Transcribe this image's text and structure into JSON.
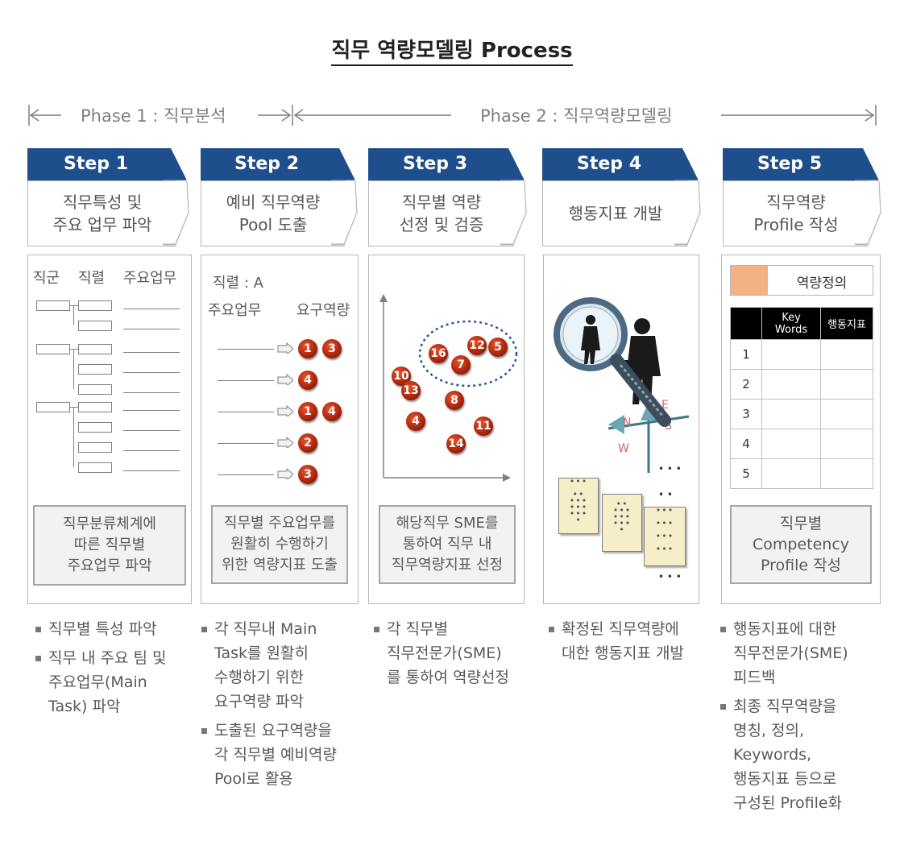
{
  "title": "직무 역량모델링 Process",
  "phases": [
    {
      "label": "Phase 1 : 직무분석"
    },
    {
      "label": "Phase 2 : 직무역량모델링"
    }
  ],
  "steps": [
    {
      "tab": "Step 1",
      "body": "직무특성 및\n주요 업무 파악"
    },
    {
      "tab": "Step 2",
      "body": "예비 직무역량\nPool 도출"
    },
    {
      "tab": "Step 3",
      "body": "직무별 역량\n선정 및 검증"
    },
    {
      "tab": "Step 4",
      "body": "행동지표 개발"
    },
    {
      "tab": "Step 5",
      "body": "직무역량\nProfile 작성"
    }
  ],
  "panel1": {
    "headers": [
      "직군",
      "직렬",
      "주요업무"
    ],
    "summary": "직무분류체계에\n따른 직무별\n주요업무 파악"
  },
  "panel2": {
    "series": "직렬 : A",
    "col_task": "주요업무",
    "col_comp": "요구역량",
    "rows": [
      [
        "1",
        "3"
      ],
      [
        "4"
      ],
      [
        "1",
        "4"
      ],
      [
        "2"
      ],
      [
        "3"
      ]
    ],
    "summary": "직무별 주요업무를\n원활히 수행하기\n위한 역량지표 도출"
  },
  "panel3": {
    "points": [
      "16",
      "12",
      "5",
      "7",
      "10",
      "13",
      "8",
      "4",
      "11",
      "14"
    ],
    "summary": "해당직무 SME를\n통하여 직무 내\n직무역량지표 선정"
  },
  "panel4": {
    "compass_letters": [
      "N",
      "E",
      "S",
      "W"
    ]
  },
  "panel5": {
    "legend": "역량정의",
    "col_keywords": "Key\nWords",
    "col_indicator": "행동지표",
    "rows": [
      "1",
      "2",
      "3",
      "4",
      "5"
    ],
    "summary": "직무별\nCompetency\nProfile 작성"
  },
  "bullets": [
    [
      "직무별 특성 파악",
      "직무 내 주요 팀 및\n주요업무(Main\nTask) 파악"
    ],
    [
      "각 직무내 Main\nTask를 원활히\n수행하기 위한\n요구역량 파악",
      "도출된 요구역량을\n각 직무별 예비역량\nPool로 활용"
    ],
    [
      "각 직무별\n직무전문가(SME)\n를 통하여 역량선정"
    ],
    [
      "확정된 직무역량에\n대한 행동지표 개발"
    ],
    [
      "행동지표에 대한\n직무전문가(SME)\n피드백",
      "최종 직무역량을\n명칭, 정의,\nKeywords,\n행동지표 등으로\n구성된 Profile화"
    ]
  ],
  "colors": {
    "step_tab": "#1f4e8c",
    "ball": "#c0391b",
    "legend_swatch": "#f4b183",
    "table_header": "#000000"
  }
}
